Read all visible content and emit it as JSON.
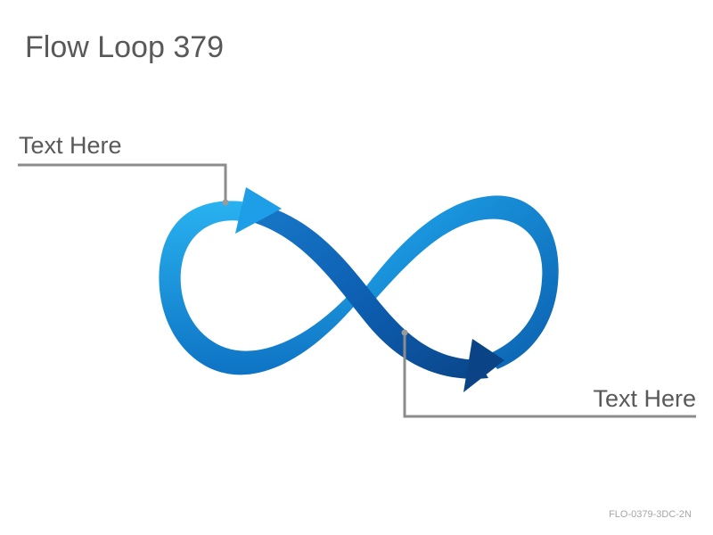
{
  "title": "Flow Loop 379",
  "callouts": [
    {
      "label": "Text Here"
    },
    {
      "label": "Text Here"
    }
  ],
  "footer": {
    "code": "FLO-0379-3DC-2N"
  },
  "colors": {
    "light_blue": "#1aa3ea",
    "mid_blue": "#0d7fd0",
    "dark_blue": "#0a4f93",
    "leader_line": "#8c8c8c",
    "text": "#595959"
  }
}
